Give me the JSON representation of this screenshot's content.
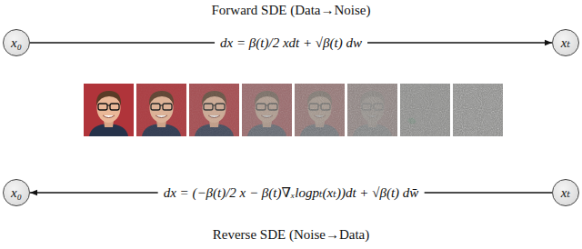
{
  "diagram": {
    "title": "Forward SDE (Data→Noise)",
    "caption": "Reverse SDE (Noise→Data)",
    "nodes": [
      {
        "text": [
          "x₀"
        ]
      },
      {
        "text": [
          "xₜ"
        ]
      },
      {
        "text": [
          "x₀"
        ]
      },
      {
        "text": [
          "xₜ"
        ]
      }
    ],
    "edges": [
      {
        "from": 0,
        "to": 1,
        "arrow": "to",
        "label": "dx = β(t)/2 xdt + √β(t) dw"
      },
      {
        "from": 3,
        "to": 2,
        "arrow": "to",
        "label": "dx = (−β(t)/2 x − β(t)∇ₓlogpₜ(xₜ))dt + √β(t) dw̄"
      }
    ]
  }
}
